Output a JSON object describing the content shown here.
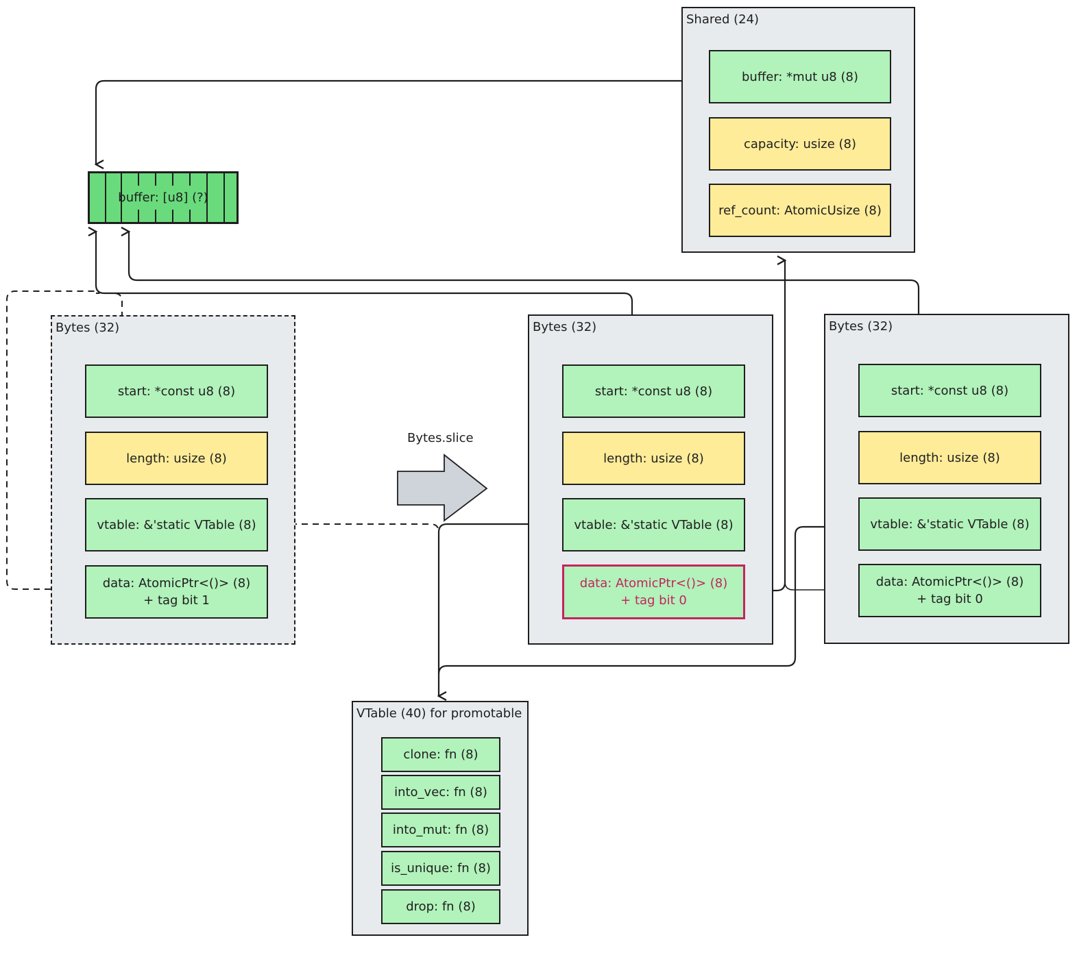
{
  "shared": {
    "title": "Shared (24)",
    "fields": [
      {
        "label": "buffer: *mut u8 (8)",
        "color": "#b2f2bb"
      },
      {
        "label": "capacity: usize (8)",
        "color": "#ffec99"
      },
      {
        "label": "ref_count: AtomicUsize (8)",
        "color": "#ffec99"
      }
    ]
  },
  "buffer": {
    "label": "buffer: [u8] (?)",
    "color": "#69db7c"
  },
  "bytes_original": {
    "title": "Bytes (32)",
    "fields": [
      {
        "label": "start: *const u8 (8)"
      },
      {
        "label": "length: usize (8)"
      },
      {
        "label": "vtable: &'static VTable (8)"
      },
      {
        "label": "data: AtomicPtr<()> (8)\n+ tag bit 1"
      }
    ]
  },
  "operation": {
    "label": "Bytes.slice"
  },
  "bytes_slice_a": {
    "title": "Bytes (32)",
    "fields": [
      {
        "label": "start: *const u8 (8)"
      },
      {
        "label": "length: usize (8)"
      },
      {
        "label": "vtable: &'static VTable (8)"
      },
      {
        "label": "data: AtomicPtr<()> (8)\n+ tag bit 0"
      }
    ]
  },
  "bytes_slice_b": {
    "title": "Bytes (32)",
    "fields": [
      {
        "label": "start: *const u8 (8)"
      },
      {
        "label": "length: usize (8)"
      },
      {
        "label": "vtable: &'static VTable (8)"
      },
      {
        "label": "data: AtomicPtr<()> (8)\n+ tag bit 0"
      }
    ]
  },
  "vtable": {
    "title": "VTable (40) for promotable",
    "fields": [
      {
        "label": "clone: fn (8)"
      },
      {
        "label": "into_vec: fn (8)"
      },
      {
        "label": "into_mut: fn (8)"
      },
      {
        "label": "is_unique: fn (8)"
      },
      {
        "label": "drop: fn (8)"
      }
    ]
  },
  "colors": {
    "green": "#b2f2bb",
    "yellow": "#ffec99",
    "buffer_green": "#69db7c",
    "highlight": "#c2255c",
    "group_bg": "#e8ebee"
  }
}
